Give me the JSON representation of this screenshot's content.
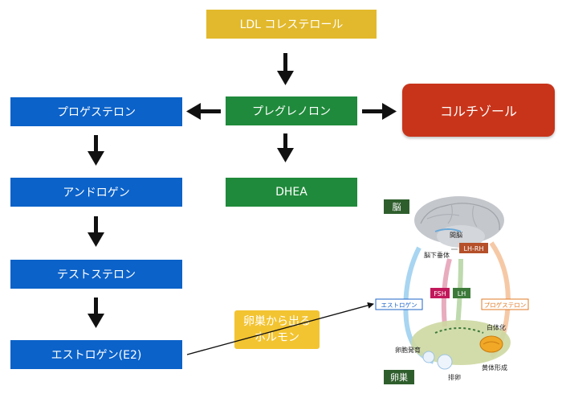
{
  "nodes": {
    "ldl": "LDL コレステロール",
    "pregnenolone": "プレグレノロン",
    "cortisol": "コルチゾール",
    "progesterone": "プロゲステロン",
    "dhea": "DHEA",
    "androgen": "アンドロゲン",
    "testosterone": "テストステロン",
    "estrogen_e2": "エストロゲン(E2)"
  },
  "callout": {
    "line1": "卵巣から出る",
    "line2": "ホルモン"
  },
  "inset": {
    "brain_tag": "脳",
    "ovary_tag": "卵巣",
    "hypothalamus": "間脳",
    "lhrh": "LH-RH",
    "pituitary": "脳下垂体",
    "fsh": "FSH",
    "lh": "LH",
    "estrogen": "エストロゲン",
    "progesterone": "プロゲステロン",
    "corpus_albicans": "白体化",
    "follicle_growth": "卵胞発育",
    "ovulation": "排卵",
    "corpus_luteum": "黄体形成"
  },
  "colors": {
    "blue": "#0b62c9",
    "green": "#1f8a3b",
    "gold": "#e2b92c",
    "red": "#c8341a",
    "callout": "#f3c431"
  }
}
